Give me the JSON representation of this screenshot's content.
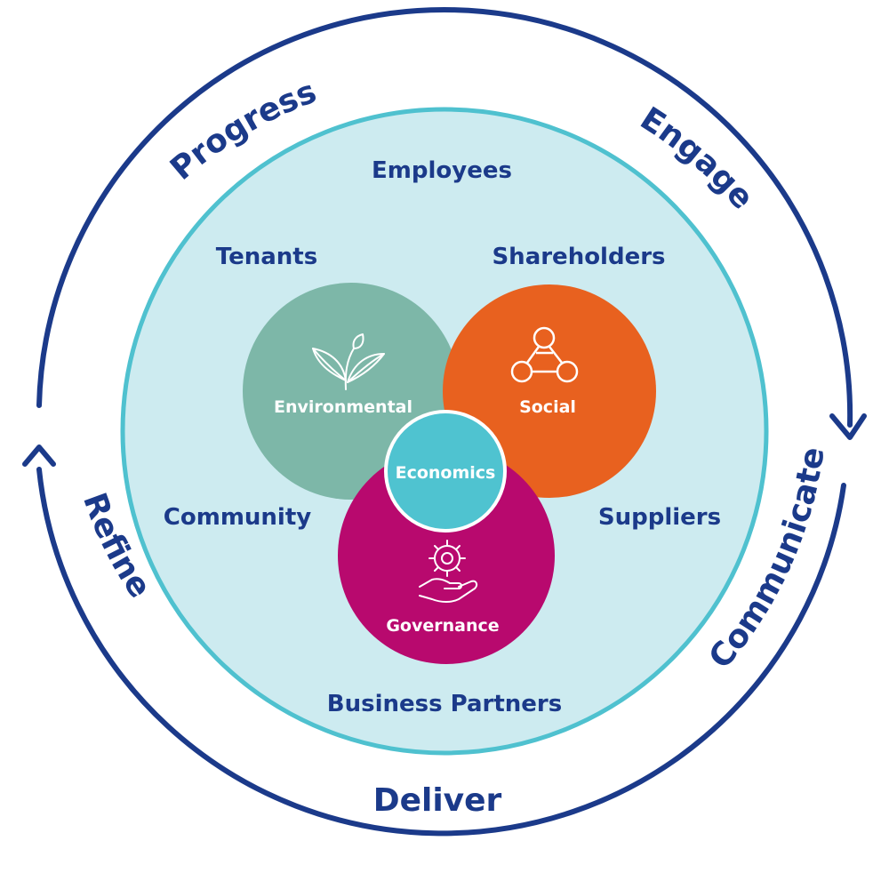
{
  "colors": {
    "navy": "#1b3a8a",
    "outer_fill": "#cdebf0",
    "outer_stroke": "#4fc1cf",
    "environmental": "#7db7a8",
    "social": "#e8611f",
    "governance": "#b8096e",
    "economics": "#4fc3d0"
  },
  "cycle": {
    "progress": "Progress",
    "engage": "Engage",
    "communicate": "Communicate",
    "deliver": "Deliver",
    "refine": "Refine"
  },
  "stakeholders": {
    "employees": "Employees",
    "tenants": "Tenants",
    "shareholders": "Shareholders",
    "community": "Community",
    "suppliers": "Suppliers",
    "business_partners": "Business Partners"
  },
  "pillars": {
    "environmental": {
      "label": "Environmental",
      "icon": "leaves-icon"
    },
    "social": {
      "label": "Social",
      "icon": "network-triangle-icon"
    },
    "governance": {
      "label": "Governance",
      "icon": "gear-hand-icon"
    },
    "economics": {
      "label": "Economics"
    }
  }
}
